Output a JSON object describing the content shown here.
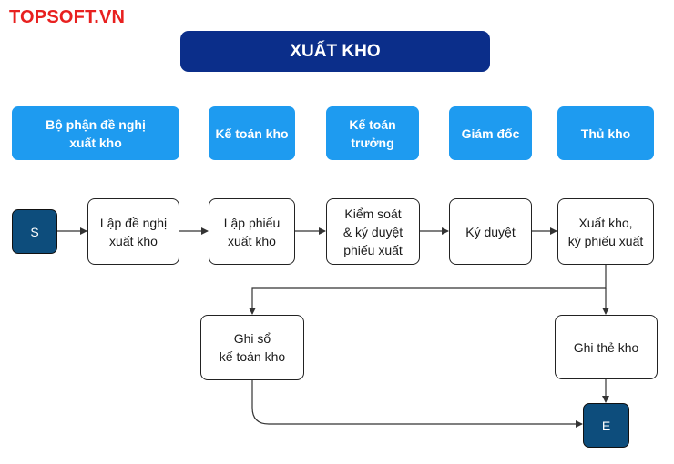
{
  "logo": "TOPSOFT.VN",
  "title": "XUẤT KHO",
  "lanes": [
    "Bộ phận đề nghị\nxuất kho",
    "Kế toán kho",
    "Kế toán\ntrưởng",
    "Giám đốc",
    "Thủ kho"
  ],
  "nodes": {
    "start": "S",
    "end": "E",
    "request": "Lập đề nghị\nxuất kho",
    "slip": "Lập phiếu\nxuất kho",
    "control": "Kiểm soát\n& ký duyệt\nphiếu xuất",
    "approve": "Ký duyệt",
    "issue": "Xuất kho,\nký phiếu xuất",
    "ledger": "Ghi sổ\nkế toán kho",
    "card": "Ghi thẻ kho"
  },
  "colors": {
    "logo": "#e8201f",
    "title_bg": "#0b2e8a",
    "lane_bg": "#1e9bf0",
    "terminal_bg": "#0d4d7c",
    "line": "#333333"
  }
}
